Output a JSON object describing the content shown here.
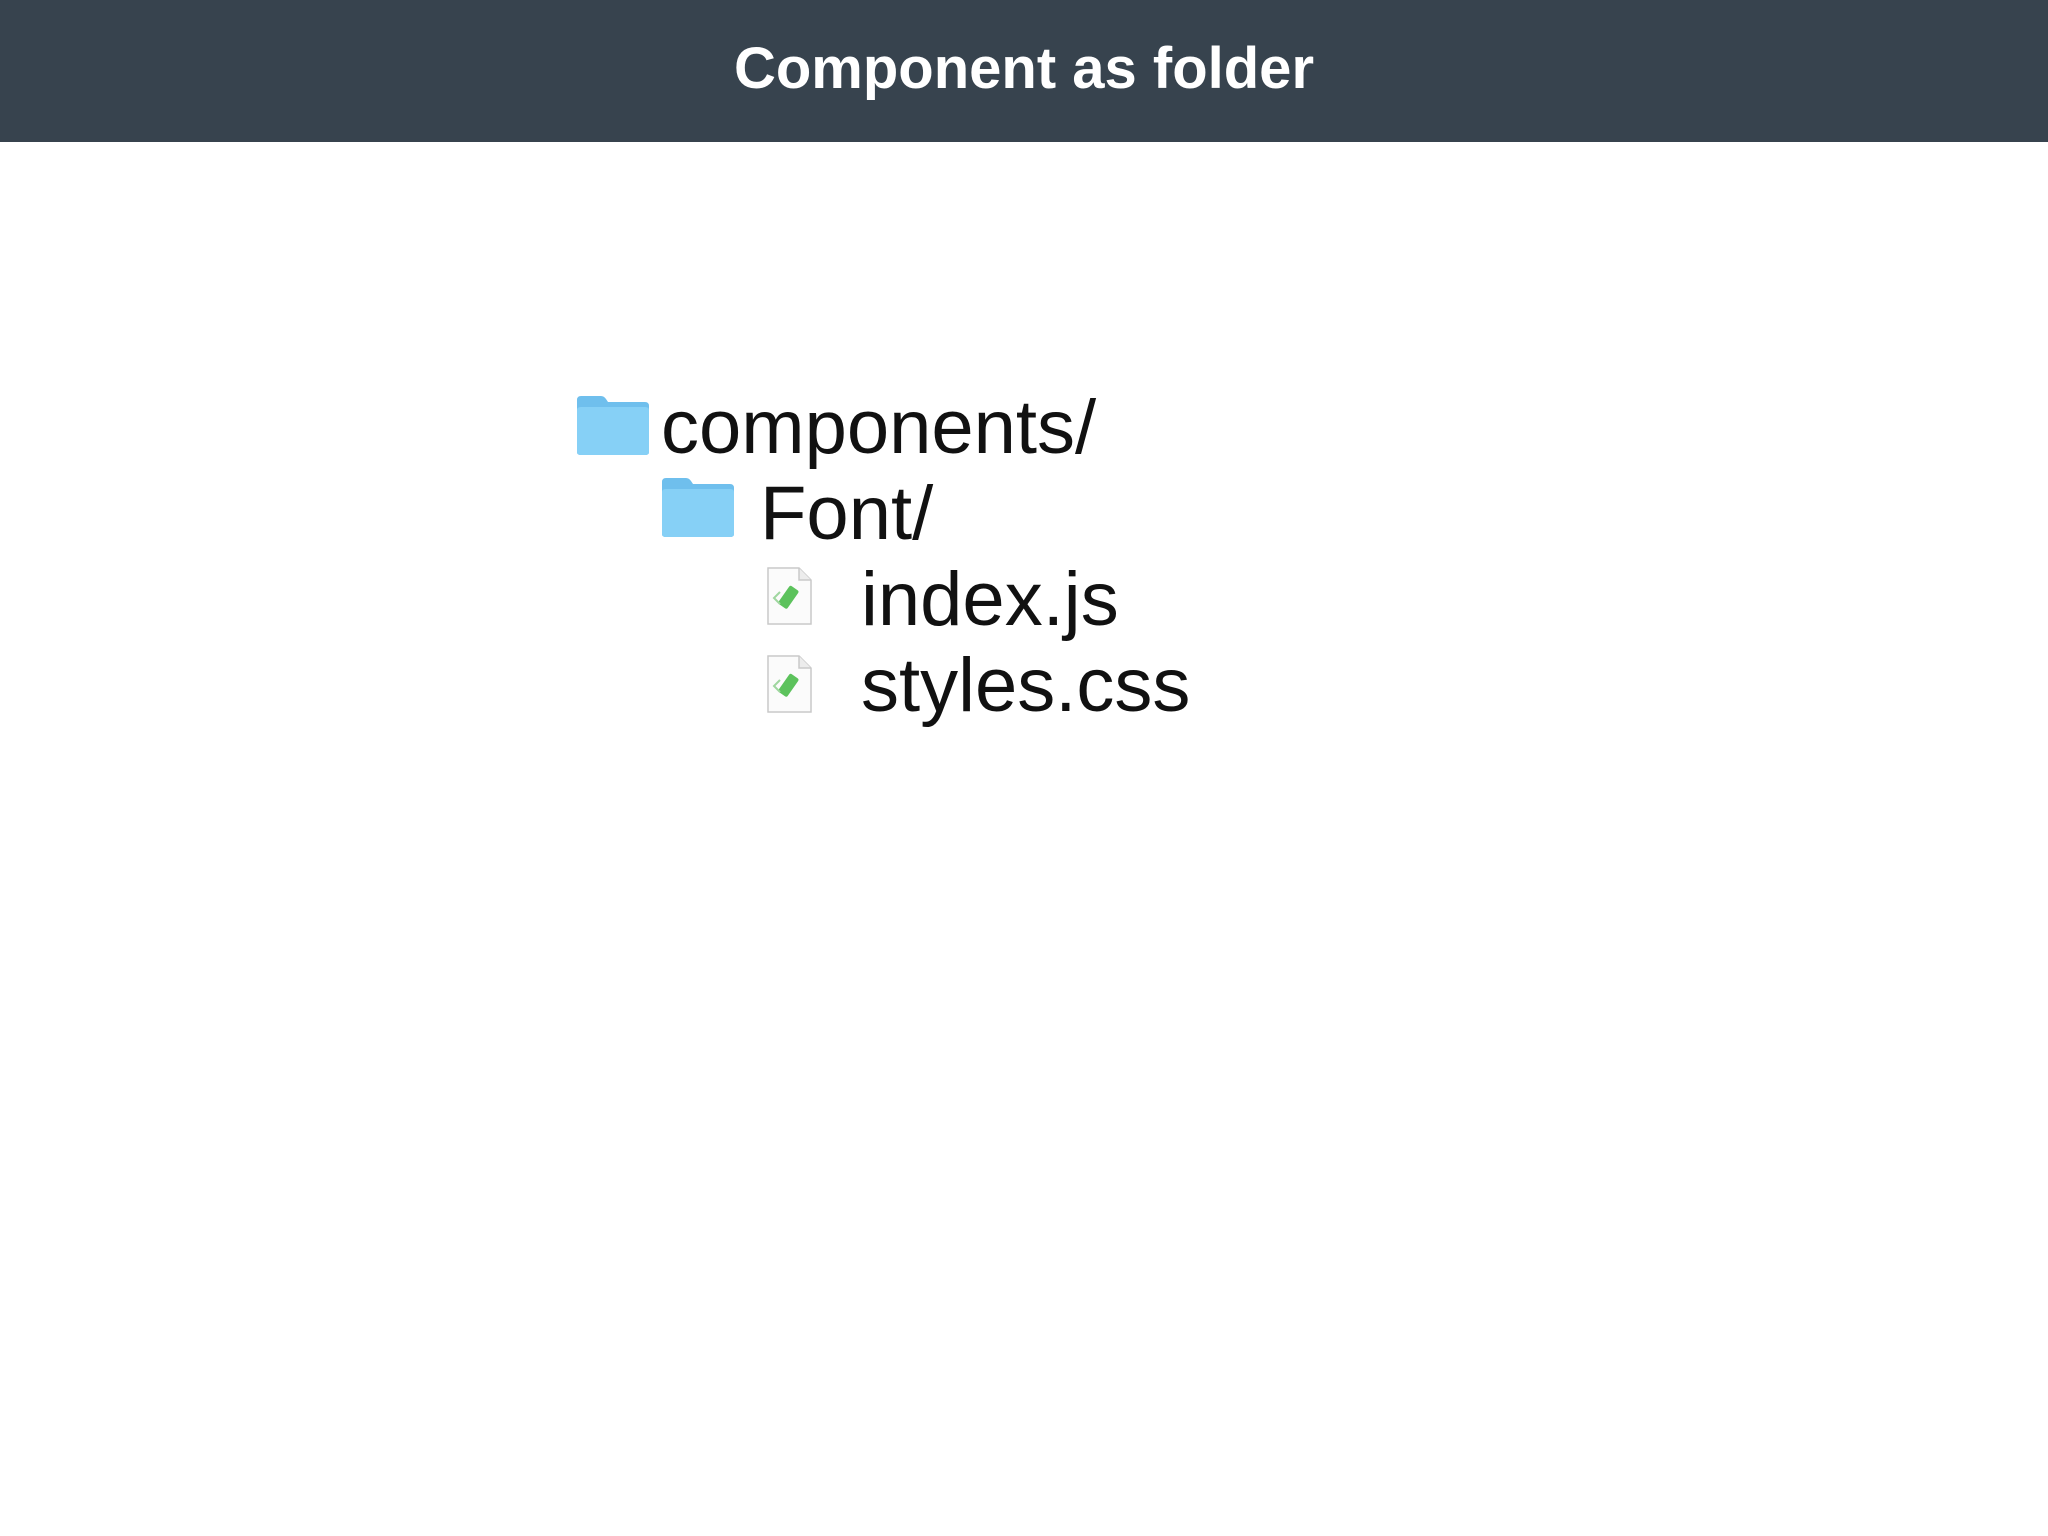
{
  "header": {
    "title": "Component as folder"
  },
  "tree": {
    "items": [
      {
        "label": "components/",
        "kind": "folder",
        "depth": 0
      },
      {
        "label": "Font/",
        "kind": "folder",
        "depth": 1
      },
      {
        "label": "index.js",
        "kind": "file",
        "depth": 2
      },
      {
        "label": "styles.css",
        "kind": "file",
        "depth": 2
      }
    ]
  },
  "colors": {
    "header_bg": "#37434e",
    "folder": "#7bc8f2",
    "file_badge": "#5cc25c"
  },
  "icons": {
    "folder": "folder-icon",
    "file": "code-file-icon"
  }
}
